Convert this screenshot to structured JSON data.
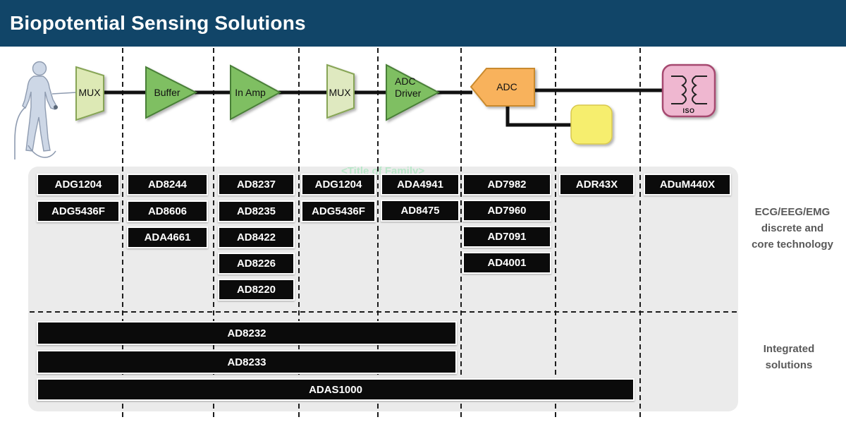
{
  "header": {
    "title": "Biopotential Sensing Solutions"
  },
  "chain": {
    "blocks": [
      {
        "id": "mux1",
        "label": "MUX",
        "shape": "trapezoid",
        "color": "#dde9b5"
      },
      {
        "id": "buffer",
        "label": "Buffer",
        "shape": "triangle",
        "color": "#7fbf62"
      },
      {
        "id": "inamp",
        "label": "In Amp",
        "shape": "triangle",
        "color": "#7fbf62"
      },
      {
        "id": "mux2",
        "label": "MUX",
        "shape": "trapezoid",
        "color": "#dde9b5"
      },
      {
        "id": "adc_driver",
        "label": "ADC\nDriver",
        "shape": "triangle",
        "color": "#7fbf62"
      },
      {
        "id": "adc",
        "label": "ADC",
        "shape": "pentagon",
        "color": "#f8b25b"
      },
      {
        "id": "aux_block",
        "label": "",
        "shape": "rounded-square",
        "color": "#f6ee6e"
      },
      {
        "id": "iso",
        "label": "ISO",
        "shape": "rounded-square",
        "color": "#efb7d0"
      }
    ],
    "source_icon": "human-figure-icon"
  },
  "watermark": "<Title of Family>",
  "discrete": {
    "caption": "ECG/EEG/EMG\ndiscrete and\ncore technology",
    "columns": [
      {
        "parts": [
          "ADG1204",
          "ADG5436F"
        ]
      },
      {
        "parts": [
          "AD8244",
          "AD8606",
          "ADA4661"
        ]
      },
      {
        "parts": [
          "AD8237",
          "AD8235",
          "AD8422",
          "AD8226",
          "AD8220"
        ]
      },
      {
        "parts": [
          "ADG1204",
          "ADG5436F"
        ]
      },
      {
        "parts": [
          "ADA4941",
          "AD8475"
        ]
      },
      {
        "parts": [
          "AD7982",
          "AD7960",
          "AD7091",
          "AD4001"
        ]
      },
      {
        "parts": [
          "ADR43X"
        ]
      },
      {
        "parts": [
          "ADuM440X"
        ]
      }
    ]
  },
  "integrated": {
    "caption": "Integrated\nsolutions",
    "parts": [
      "AD8232",
      "AD8233",
      "ADAS1000"
    ]
  },
  "colors": {
    "header_bg": "#114568",
    "panel_bg": "#ebebeb",
    "chip_bg": "#0b0b0b",
    "mux_fill": "#dde9b5",
    "amp_fill": "#7fbf62",
    "adc_fill": "#f8b25b",
    "aux_fill": "#f6ee6e",
    "iso_fill": "#efb7d0",
    "caption_text": "#595959",
    "watermark_text": "#b9e7c9"
  }
}
